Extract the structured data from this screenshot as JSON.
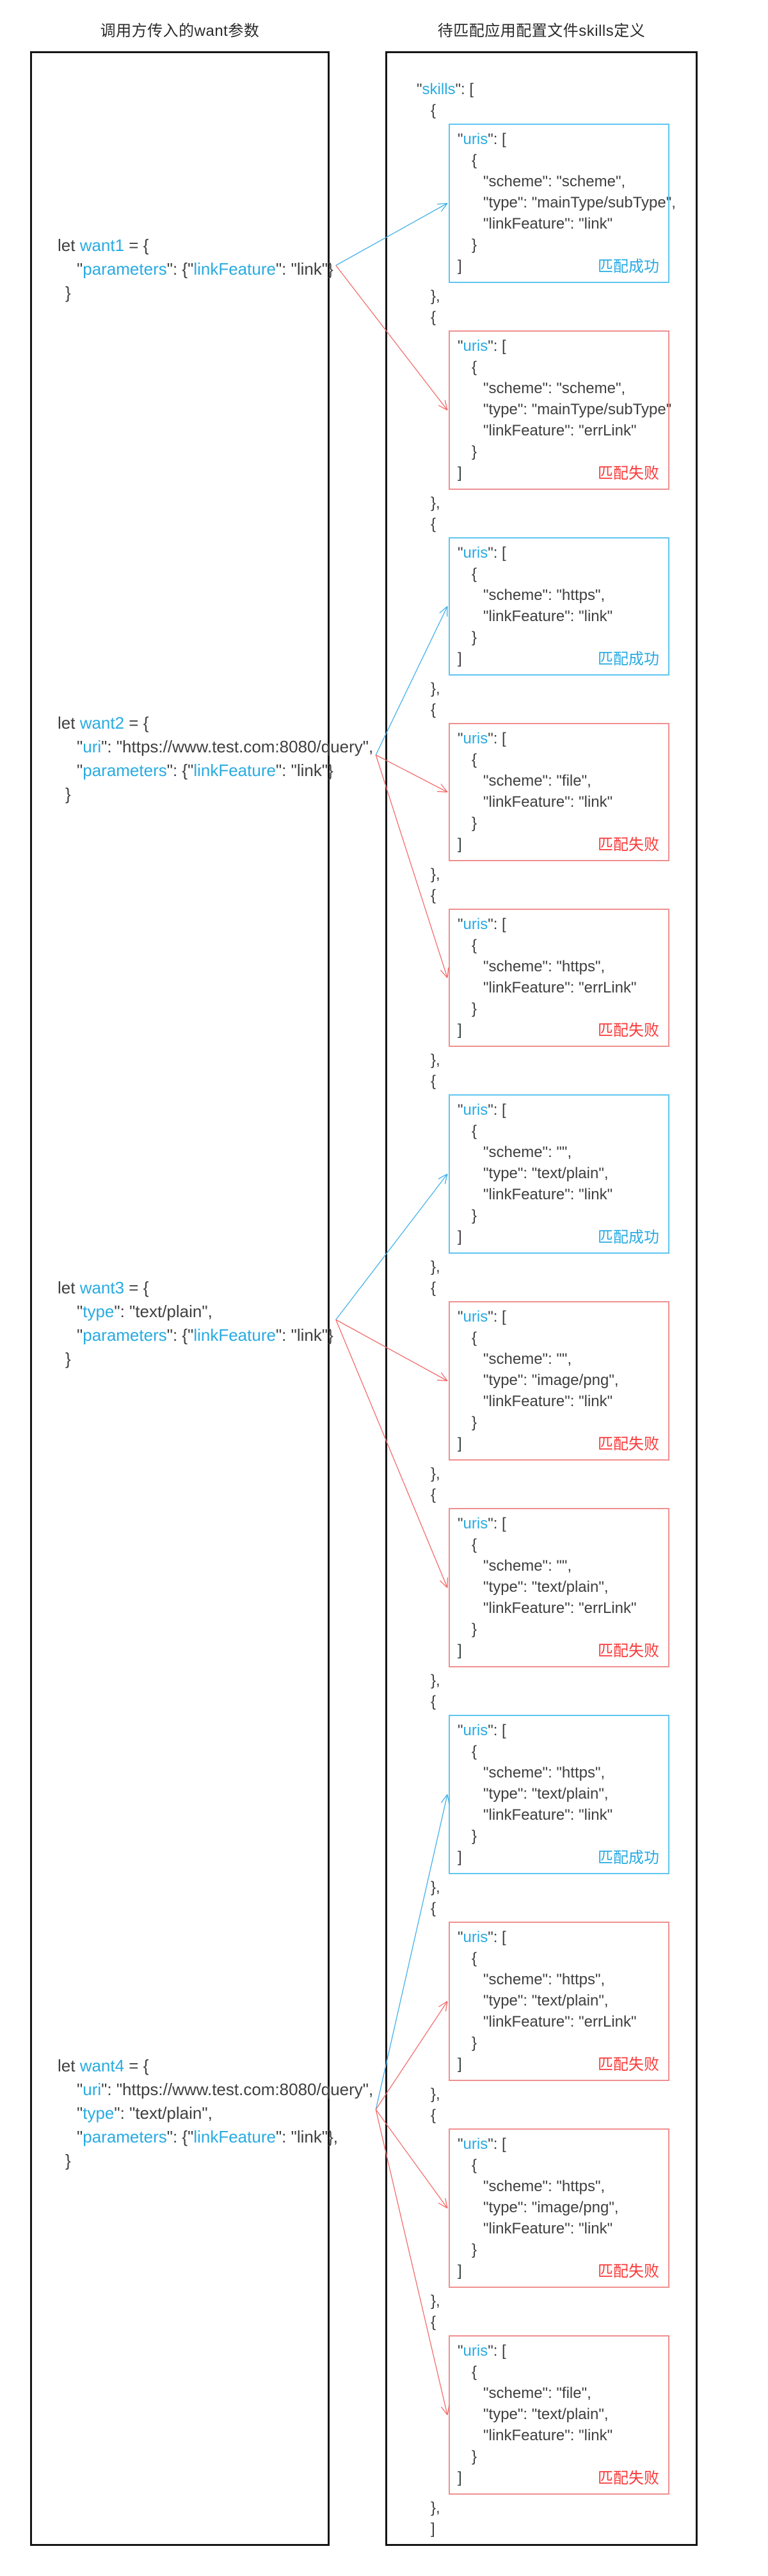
{
  "headers": {
    "left": "调用方传入的want参数",
    "right": "待匹配应用配置文件skills定义"
  },
  "colors": {
    "dark": "#3f3f3f",
    "blue": "#29abe2",
    "frame": "#151515",
    "success_border": "#5fc6f1",
    "fail_border": "#f09090",
    "success_label": "#29abe2",
    "fail_label": "#fa3a3a",
    "arrow_blue": "#41b0e8",
    "arrow_red": "#f16a6a"
  },
  "wants": [
    {
      "id": "want1",
      "lines": [
        {
          "indent": 0,
          "tokens": [
            {
              "t": "let ",
              "c": "d"
            },
            {
              "t": "want1",
              "c": "b"
            },
            {
              "t": " = {",
              "c": "d"
            }
          ]
        },
        {
          "indent": 1,
          "tokens": [
            {
              "t": "\"",
              "c": "d"
            },
            {
              "t": "parameters",
              "c": "b"
            },
            {
              "t": "\": {\"",
              "c": "d"
            },
            {
              "t": "linkFeature",
              "c": "b"
            },
            {
              "t": "\": \"link\"}",
              "c": "d"
            }
          ]
        },
        {
          "indent": 0.4,
          "tokens": [
            {
              "t": "}",
              "c": "d"
            }
          ]
        }
      ]
    },
    {
      "id": "want2",
      "lines": [
        {
          "indent": 0,
          "tokens": [
            {
              "t": "let ",
              "c": "d"
            },
            {
              "t": "want2",
              "c": "b"
            },
            {
              "t": " = {",
              "c": "d"
            }
          ]
        },
        {
          "indent": 1,
          "tokens": [
            {
              "t": "\"",
              "c": "d"
            },
            {
              "t": "uri",
              "c": "b"
            },
            {
              "t": "\": \"https://www.test.com:8080/query\",",
              "c": "d"
            }
          ]
        },
        {
          "indent": 1,
          "tokens": [
            {
              "t": "\"",
              "c": "d"
            },
            {
              "t": "parameters",
              "c": "b"
            },
            {
              "t": "\": {\"",
              "c": "d"
            },
            {
              "t": "linkFeature",
              "c": "b"
            },
            {
              "t": "\": \"link\"}",
              "c": "d"
            }
          ]
        },
        {
          "indent": 0.4,
          "tokens": [
            {
              "t": "}",
              "c": "d"
            }
          ]
        }
      ]
    },
    {
      "id": "want3",
      "lines": [
        {
          "indent": 0,
          "tokens": [
            {
              "t": "let ",
              "c": "d"
            },
            {
              "t": "want3",
              "c": "b"
            },
            {
              "t": " = {",
              "c": "d"
            }
          ]
        },
        {
          "indent": 1,
          "tokens": [
            {
              "t": "\"",
              "c": "d"
            },
            {
              "t": "type",
              "c": "b"
            },
            {
              "t": "\": \"text/plain\",",
              "c": "d"
            }
          ]
        },
        {
          "indent": 1,
          "tokens": [
            {
              "t": "\"",
              "c": "d"
            },
            {
              "t": "parameters",
              "c": "b"
            },
            {
              "t": "\": {\"",
              "c": "d"
            },
            {
              "t": "linkFeature",
              "c": "b"
            },
            {
              "t": "\": \"link\"}",
              "c": "d"
            }
          ]
        },
        {
          "indent": 0.4,
          "tokens": [
            {
              "t": "}",
              "c": "d"
            }
          ]
        }
      ]
    },
    {
      "id": "want4",
      "lines": [
        {
          "indent": 0,
          "tokens": [
            {
              "t": "let ",
              "c": "d"
            },
            {
              "t": "want4",
              "c": "b"
            },
            {
              "t": " = {",
              "c": "d"
            }
          ]
        },
        {
          "indent": 1,
          "tokens": [
            {
              "t": "\"",
              "c": "d"
            },
            {
              "t": "uri",
              "c": "b"
            },
            {
              "t": "\": \"https://www.test.com:8080/query\",",
              "c": "d"
            }
          ]
        },
        {
          "indent": 1,
          "tokens": [
            {
              "t": "\"",
              "c": "d"
            },
            {
              "t": "type",
              "c": "b"
            },
            {
              "t": "\": \"text/plain\",",
              "c": "d"
            }
          ]
        },
        {
          "indent": 1,
          "tokens": [
            {
              "t": "\"",
              "c": "d"
            },
            {
              "t": "parameters",
              "c": "b"
            },
            {
              "t": "\": {\"",
              "c": "d"
            },
            {
              "t": "linkFeature",
              "c": "b"
            },
            {
              "t": "\": \"link\"},",
              "c": "d"
            }
          ]
        },
        {
          "indent": 0.4,
          "tokens": [
            {
              "t": "}",
              "c": "d"
            }
          ]
        }
      ]
    }
  ],
  "skills": {
    "open_tokens": [
      {
        "t": "\"",
        "c": "d"
      },
      {
        "t": "skills",
        "c": "b"
      },
      {
        "t": "\": [",
        "c": "d"
      }
    ],
    "uris_tokens": [
      {
        "t": "\"",
        "c": "d"
      },
      {
        "t": "uris",
        "c": "b"
      },
      {
        "t": "\": [",
        "c": "d"
      }
    ],
    "item_open": "{",
    "item_close": "},",
    "inner_open": "{",
    "inner_close": "}",
    "array_close": "]",
    "close_text": "]",
    "labels": {
      "success": "匹配成功",
      "fail": "匹配失败"
    },
    "items": [
      {
        "id": "s1",
        "status": "success",
        "fields": [
          "\"scheme\": \"scheme\",",
          "\"type\": \"mainType/subType\",",
          "\"linkFeature\": \"link\""
        ]
      },
      {
        "id": "s2",
        "status": "fail",
        "fields": [
          "\"scheme\": \"scheme\",",
          "\"type\": \"mainType/subType\"",
          "\"linkFeature\": \"errLink\""
        ]
      },
      {
        "id": "s3",
        "status": "success",
        "fields": [
          "\"scheme\": \"https\",",
          "\"linkFeature\": \"link\""
        ]
      },
      {
        "id": "s4",
        "status": "fail",
        "fields": [
          "\"scheme\": \"file\",",
          "\"linkFeature\": \"link\""
        ]
      },
      {
        "id": "s5",
        "status": "fail",
        "fields": [
          "\"scheme\": \"https\",",
          "\"linkFeature\": \"errLink\""
        ]
      },
      {
        "id": "s6",
        "status": "success",
        "fields": [
          "\"scheme\": \"\",",
          "\"type\": \"text/plain\",",
          "\"linkFeature\": \"link\""
        ]
      },
      {
        "id": "s7",
        "status": "fail",
        "fields": [
          "\"scheme\": \"\",",
          "\"type\": \"image/png\",",
          "\"linkFeature\": \"link\""
        ]
      },
      {
        "id": "s8",
        "status": "fail",
        "fields": [
          "\"scheme\": \"\",",
          "\"type\": \"text/plain\",",
          "\"linkFeature\": \"errLink\""
        ]
      },
      {
        "id": "s9",
        "status": "success",
        "fields": [
          "\"scheme\": \"https\",",
          "\"type\": \"text/plain\",",
          "\"linkFeature\": \"link\""
        ]
      },
      {
        "id": "s10",
        "status": "fail",
        "fields": [
          "\"scheme\": \"https\",",
          "\"type\": \"text/plain\",",
          "\"linkFeature\": \"errLink\""
        ]
      },
      {
        "id": "s11",
        "status": "fail",
        "fields": [
          "\"scheme\": \"https\",",
          "\"type\": \"image/png\",",
          "\"linkFeature\": \"link\""
        ]
      },
      {
        "id": "s12",
        "status": "fail",
        "fields": [
          "\"scheme\": \"file\",",
          "\"type\": \"text/plain\",",
          "\"linkFeature\": \"link\""
        ]
      }
    ]
  },
  "arrows": [
    {
      "from": "want1",
      "to": "s1",
      "color": "blue"
    },
    {
      "from": "want1",
      "to": "s2",
      "color": "red"
    },
    {
      "from": "want2",
      "to": "s3",
      "color": "blue"
    },
    {
      "from": "want2",
      "to": "s4",
      "color": "red"
    },
    {
      "from": "want2",
      "to": "s5",
      "color": "red"
    },
    {
      "from": "want3",
      "to": "s6",
      "color": "blue"
    },
    {
      "from": "want3",
      "to": "s7",
      "color": "red"
    },
    {
      "from": "want3",
      "to": "s8",
      "color": "red"
    },
    {
      "from": "want4",
      "to": "s9",
      "color": "blue"
    },
    {
      "from": "want4",
      "to": "s10",
      "color": "red"
    },
    {
      "from": "want4",
      "to": "s11",
      "color": "red"
    },
    {
      "from": "want4",
      "to": "s12",
      "color": "red"
    }
  ]
}
